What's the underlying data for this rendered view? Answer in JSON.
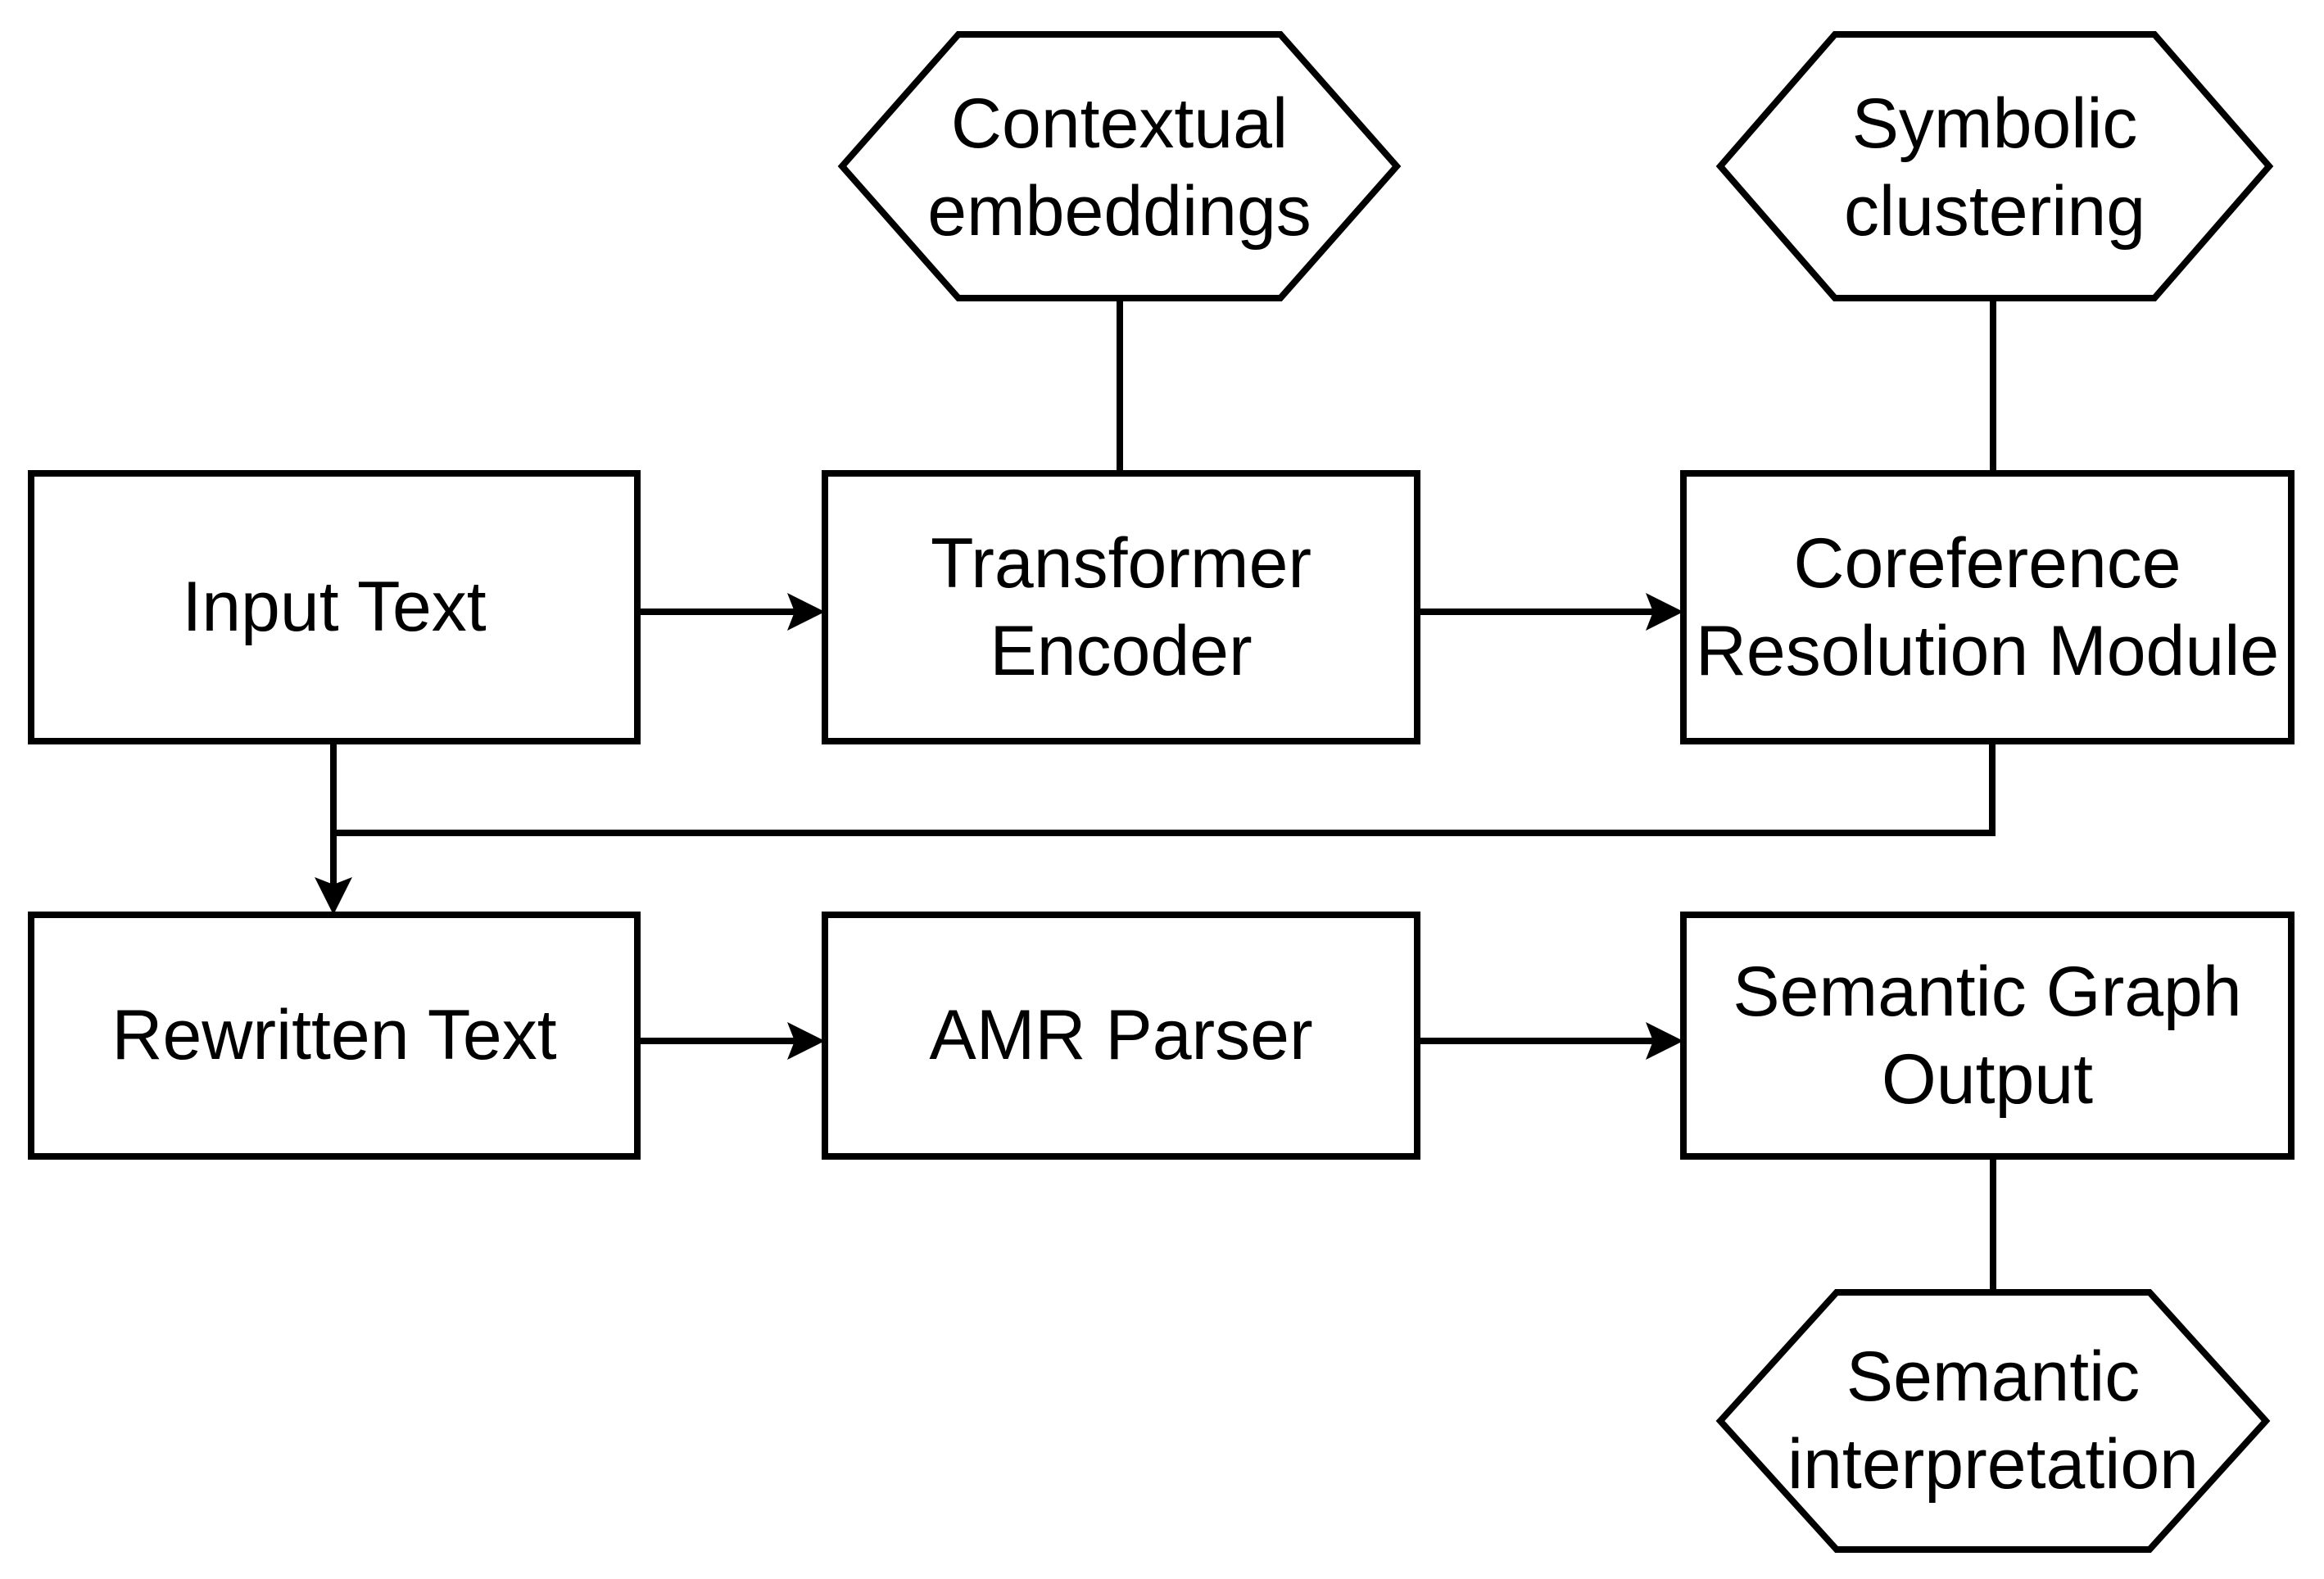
{
  "colors": {
    "line": "#000000",
    "background": "#ffffff",
    "text": "#000000"
  },
  "diagram": {
    "type": "flowchart",
    "nodes": {
      "input_text": {
        "label": "Input Text",
        "shape": "rectangle"
      },
      "transformer_encoder": {
        "label": "Transformer\nEncoder",
        "shape": "rectangle"
      },
      "coreference_resolution_module": {
        "label": "Coreference\nResolution Module",
        "shape": "rectangle"
      },
      "rewritten_text": {
        "label": "Rewritten Text",
        "shape": "rectangle"
      },
      "amr_parser": {
        "label": "AMR Parser",
        "shape": "rectangle"
      },
      "semantic_graph_output": {
        "label": "Semantic Graph\nOutput",
        "shape": "rectangle"
      },
      "contextual_embeddings": {
        "label": "Contextual\nembeddings",
        "shape": "hexagon"
      },
      "symbolic_clustering": {
        "label": "Symbolic\nclustering",
        "shape": "hexagon"
      },
      "semantic_interpretation": {
        "label": "Semantic\ninterpretation",
        "shape": "hexagon"
      }
    },
    "edges": [
      {
        "from": "contextual_embeddings",
        "to": "transformer_encoder",
        "type": "line"
      },
      {
        "from": "symbolic_clustering",
        "to": "coreference_resolution_module",
        "type": "line"
      },
      {
        "from": "input_text",
        "to": "transformer_encoder",
        "type": "arrow"
      },
      {
        "from": "transformer_encoder",
        "to": "coreference_resolution_module",
        "type": "arrow"
      },
      {
        "from": "coreference_resolution_module",
        "to": "rewritten_text",
        "type": "arrow"
      },
      {
        "from": "input_text",
        "to": "rewritten_text",
        "type": "arrow"
      },
      {
        "from": "rewritten_text",
        "to": "amr_parser",
        "type": "arrow"
      },
      {
        "from": "amr_parser",
        "to": "semantic_graph_output",
        "type": "arrow"
      },
      {
        "from": "semantic_graph_output",
        "to": "semantic_interpretation",
        "type": "line"
      }
    ]
  }
}
